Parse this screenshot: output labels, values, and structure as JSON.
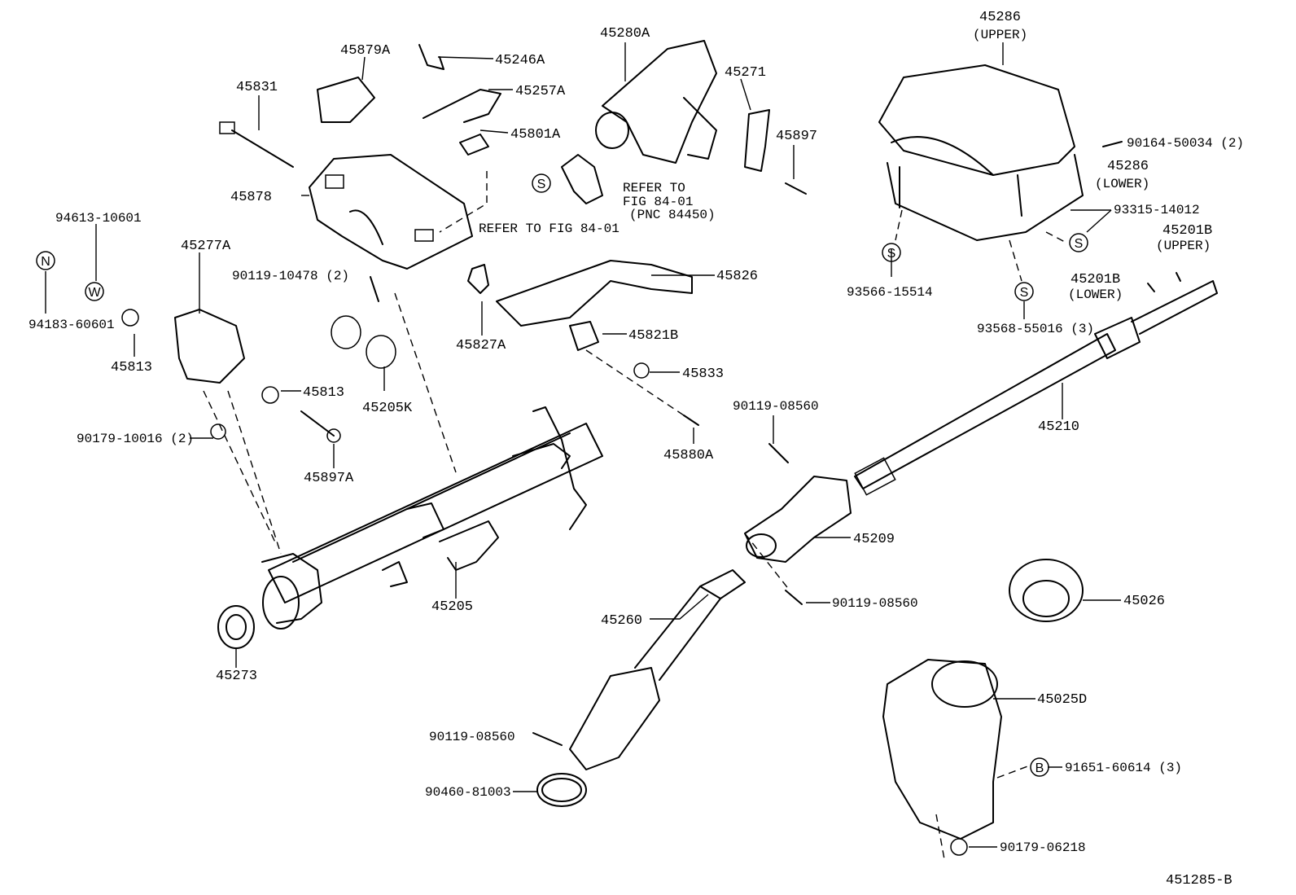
{
  "diagram_id": "451285-B",
  "symbols": {
    "s": "S",
    "n": "N",
    "w": "W",
    "b": "B"
  },
  "refer_notes": {
    "fig": "REFER TO FIG 84-01",
    "line1": "REFER TO",
    "line2": "FIG 84-01",
    "line3": "(PNC 84450)"
  },
  "parts": {
    "p45286u": "45286",
    "p45286u_note": "(UPPER)",
    "p45286l": "45286",
    "p45286l_note": "(LOWER)",
    "p45280a": "45280A",
    "p45879a": "45879A",
    "p45246a": "45246A",
    "p45257a": "45257A",
    "p45801a": "45801A",
    "p45831": "45831",
    "p45271": "45271",
    "p45897": "45897",
    "p90164": "90164-50034 (2)",
    "p45878": "45878",
    "p94613": "94613-10601",
    "p45277a": "45277A",
    "p93315": "93315-14012",
    "p45201bu": "45201B",
    "p45201bu_note": "(UPPER)",
    "p45201bl": "45201B",
    "p45201bl_note": "(LOWER)",
    "p90119_10478": "90119-10478 (2)",
    "p45826": "45826",
    "p94183": "94183-60601",
    "p93566": "93566-15514",
    "p45813a": "45813",
    "p45827a": "45827A",
    "p45821b": "45821B",
    "p93568": "93568-55016 (3)",
    "p45833": "45833",
    "p45813b": "45813",
    "p45205k": "45205K",
    "p90119_08560a": "90119-08560",
    "p90179_10016": "90179-10016 (2)",
    "p45880a": "45880A",
    "p45210": "45210",
    "p45897a": "45897A",
    "p45209": "45209",
    "p45205": "45205",
    "p90119_08560b": "90119-08560",
    "p45026": "45026",
    "p45260": "45260",
    "p45273": "45273",
    "p45025d": "45025D",
    "p90119_08560c": "90119-08560",
    "p91651": "91651-60614 (3)",
    "p90460": "90460-81003",
    "p90179_06218": "90179-06218"
  }
}
